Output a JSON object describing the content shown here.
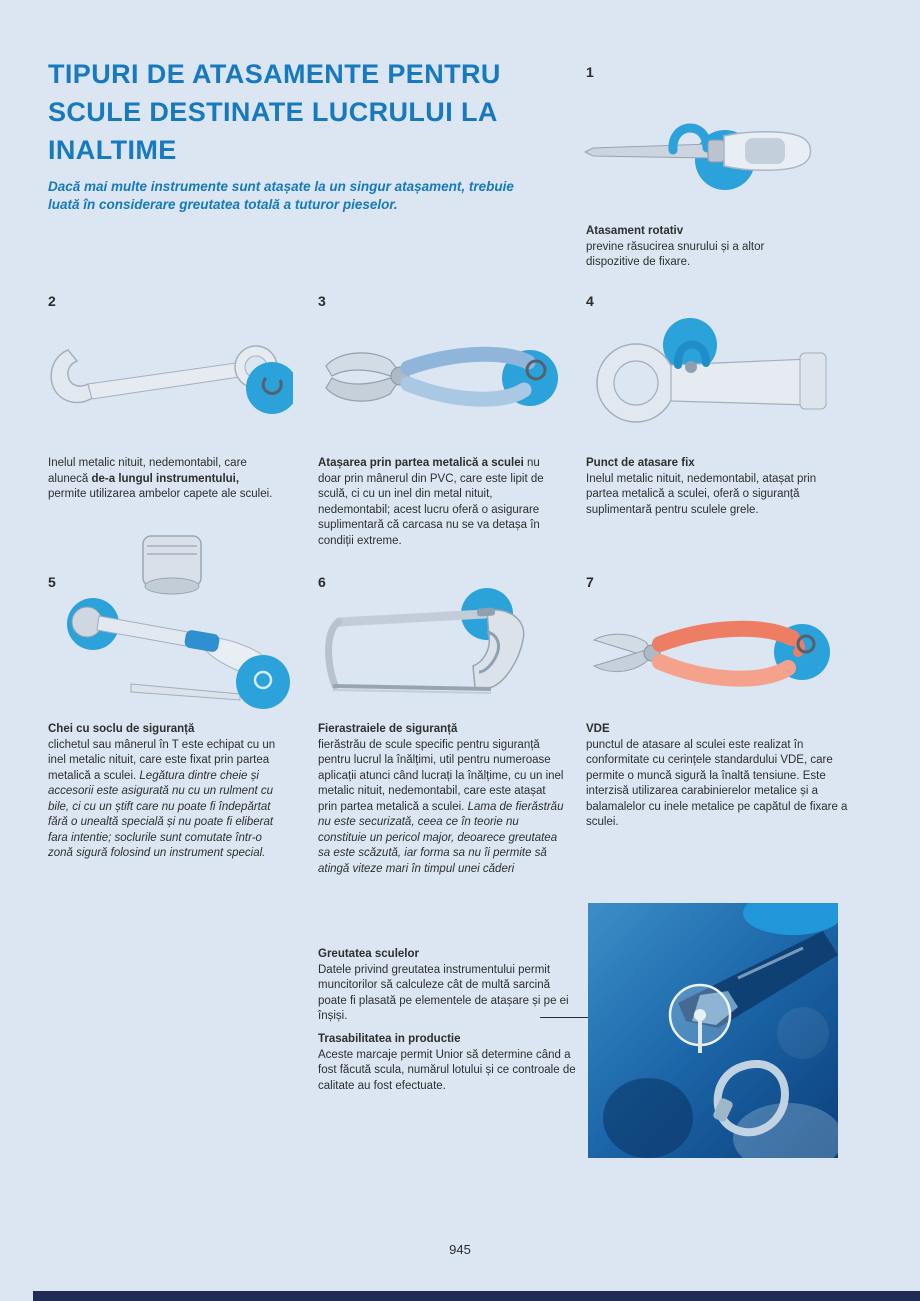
{
  "header": {
    "title_line1": "TIPURI DE ATASAMENTE PENTRU",
    "title_line2": "SCULE DESTINATE LUCRULUI LA",
    "title_line3": "INALTIME",
    "subtitle": "Dacă mai multe instrumente sunt atașate la un singur atașament, trebuie luată în considerare greutatea totală a tuturor pieselor."
  },
  "items": {
    "item1": {
      "number": "1",
      "heading": "Atasament rotativ",
      "body": "previne răsucirea snurului și a altor dispozitive de fixare."
    },
    "item2": {
      "number": "2",
      "text_normal1": "Inelul metalic nituit, nedemontabil, care alunecă ",
      "text_bold": "de-a lungul instrumentului,",
      "text_normal2": " permite utilizarea ambelor capete ale sculei."
    },
    "item3": {
      "number": "3",
      "text_bold": "Atașarea prin partea metalică a sculei",
      "text_normal": " nu doar prin mânerul din PVC, care este lipit de sculă, ci cu un inel din metal nituit, nedemontabil; acest lucru oferă o asigurare suplimentară că carcasa nu se va detașa în condiții extreme."
    },
    "item4": {
      "number": "4",
      "heading": "Punct de atasare fix",
      "body": "Inelul metalic nituit, nedemontabil, atașat prin partea metalică a sculei, oferă o siguranță suplimentară pentru sculele grele."
    },
    "item5": {
      "number": "5",
      "heading": "Chei cu soclu de siguranță",
      "body_normal": "clichetul sau mânerul în T este echipat cu un inel metalic nituit, care este fixat prin partea metalică a sculei. ",
      "body_italic": "Legătura dintre cheie și accesorii este asigurată nu cu un rulment cu bile, ci cu un știft care nu poate fi îndepărtat fără o unealtă specială și nu poate fi eliberat fara intentie; soclurile sunt comutate într-o zonă sigură folosind un instrument special."
    },
    "item6": {
      "number": "6",
      "heading": "Fierastraiele de siguranță",
      "body_normal": "fierăstrău de scule specific pentru siguranță pentru lucrul la înălțimi, util pentru numeroase aplicații atunci când lucrați la înălțime, cu un inel metalic nituit, nedemontabil, care este atașat prin partea metalică a sculei. ",
      "body_italic": "Lama de fierăstrău nu este securizată, ceea ce în teorie nu constituie un pericol major, deoarece greutatea sa este scăzută, iar forma sa nu îi permite să atingă viteze mari în timpul unei căderi"
    },
    "item7": {
      "number": "7",
      "heading": "VDE",
      "body": "punctul de atasare al sculei este realizat în conformitate cu cerințele standardului VDE, care permite o muncă sigură la înaltă tensiune. Este interzisă utilizarea carabinierelor metalice și a balamalelor cu inele metalice pe capătul de fixare a sculei."
    }
  },
  "bottom": {
    "weight": {
      "heading": "Greutatea sculelor",
      "body": "Datele privind greutatea instrumentului permit muncitorilor să calculeze cât de multă sarcină poate fi plasată pe elementele de atașare și pe ei înșiși."
    },
    "traceability": {
      "heading": "Trasabilitatea in productie",
      "body": "Aceste marcaje permit Unior să determine când a fost făcută scula, numărul lotului și ce controale de calitate au fost efectuate."
    }
  },
  "footer": {
    "page_number": "945"
  },
  "colors": {
    "accent_blue": "#1779bf",
    "highlight_circle_blue": "#2ba2da",
    "page_background": "#dbe6f2",
    "footer_bar": "#1f2d55"
  }
}
